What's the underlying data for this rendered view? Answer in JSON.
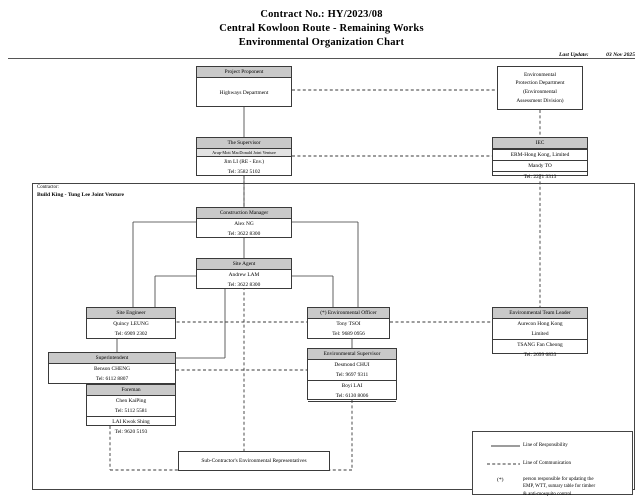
{
  "header": {
    "line1": "Contract No.: HY/2023/08",
    "line2": "Central Kowloon Route - Remaining Works",
    "line3": "Environmental Organization Chart",
    "last_update_label": "Last Update:",
    "last_update_value": "03 Nov 2025"
  },
  "contractor": {
    "label": "Contractor:",
    "name": "Build King - Tung Lee Joint Venture"
  },
  "boxes": {
    "project_proponent": {
      "header": "Project Proponent",
      "body": "Highways Department"
    },
    "epd": {
      "l1": "Environmental",
      "l2": "Protection Department",
      "l3": "(Environmental",
      "l4": "Assessment Division)"
    },
    "supervisor": {
      "header": "The Supervisor",
      "sub": "Arup-Mott MacDonald Joint Venture",
      "name": "Jim LI (RE - Env.)",
      "tel": "Tel: 3582 5102"
    },
    "iec": {
      "header": "IEC",
      "company": "ERM-Hong Kong, Limited",
      "name": "Mandy TO",
      "tel": "Tel: 2271 3313"
    },
    "construction_manager": {
      "header": "Construction Manager",
      "name": "Alex NG",
      "tel": "Tel: 3622 8300"
    },
    "site_agent": {
      "header": "Site Agent",
      "name": "Andrew LAM",
      "tel": "Tel: 3622 8300"
    },
    "site_engineer": {
      "header": "Site Engineer",
      "name": "Quincy LEUNG",
      "tel": "Tel: 6909 2302"
    },
    "environmental_officer": {
      "header": "(*) Environmental Officer",
      "name": "Tony TSOI",
      "tel": "Tel: 9689 0956"
    },
    "environmental_team_leader": {
      "header": "Environmental Team Leader",
      "company1": "Aurecon Hong Kong",
      "company2": "Limited",
      "name": "TSANG Fan Cheong",
      "tel": "Tel: 2699 6833"
    },
    "superintendent": {
      "header": "Superintendent",
      "name": "Benson CHENG",
      "tel": "Tel: 6112 8807"
    },
    "foreman": {
      "header": "Foreman",
      "name1": "Chen KaiPing",
      "tel1": "Tel: 5112 5581",
      "name2": "LAI Kwok Shing",
      "tel2": "Tel: 9620 5193"
    },
    "environmental_supervisor": {
      "header": "Environmental Supervisor",
      "name1": "Desmond CHUI",
      "tel1": "Tel: 9697 9311",
      "name2": "Boyi LAI",
      "tel2": "Tel: 6130 8006"
    },
    "sub_contractor": {
      "body": "Sub-Contractor's Environmental Representatives"
    }
  },
  "legend": {
    "responsibility": "Line of Responsibility",
    "communication": "Line of Communication",
    "star_symbol": "(*)",
    "note_l1": "person responsible for updating the",
    "note_l2": "EMP, WTT, sumary table for timber",
    "note_l3": "& anti-mosquito control"
  },
  "colors": {
    "header_fill": "#c9c9c9",
    "sub_fill": "#e3e3e3",
    "line": "#3a3a3a"
  }
}
